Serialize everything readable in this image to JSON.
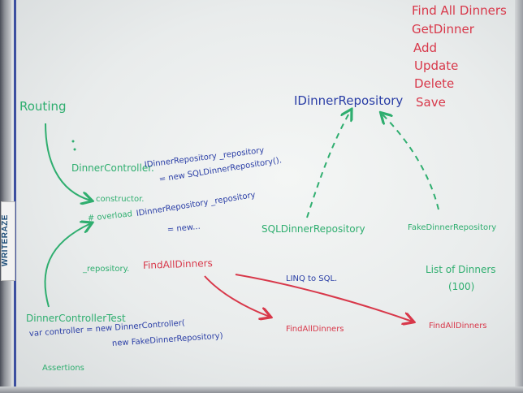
{
  "board": {
    "logo": "WRITERAZE",
    "top_right_list": [
      "Find All Dinners",
      "GetDinner",
      "Add",
      "Update",
      "Delete",
      "Save"
    ],
    "interface_name": "IDinnerRepository",
    "routing": "Routing",
    "dinner_controller": "DinnerController.",
    "repo_field": "IDinnerRepository _repository",
    "repo_new": "= new SQLDinnerRepository().",
    "constructor": "constructor.",
    "overload": "# overload",
    "overload_field": "IDinnerRepository _repository",
    "overload_new": "= new...",
    "sql_repo": "SQLDinnerRepository",
    "fake_repo": "FakeDinnerRepository",
    "repository_call": "_repository.",
    "find_all_main": "FindAllDinners",
    "linq": "LINQ to SQL.",
    "list_of_dinners": "List of Dinners",
    "count": "(100)",
    "find_all_sql": "FindAllDinners",
    "find_all_fake": "FindAllDinners",
    "test_class": "DinnerControllerTest",
    "test_line1": "var controller = new DinnerController(",
    "test_line2": "new FakeDinnerRepository)",
    "assertions": "Assertions"
  },
  "colors": {
    "red": "#d8384a",
    "blue": "#2a3ea6",
    "green": "#2fae6f",
    "board": "#eef0ef",
    "frame_blue": "#3c4fa0"
  }
}
